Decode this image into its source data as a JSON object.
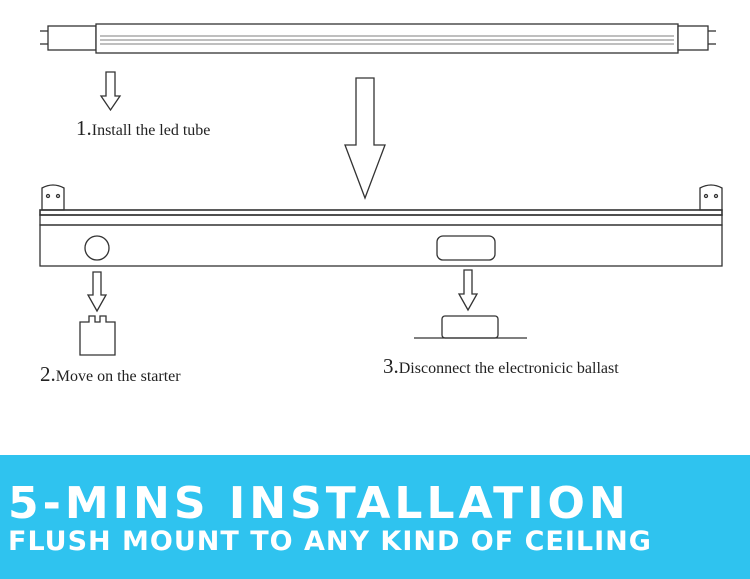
{
  "steps": [
    {
      "number": "1.",
      "text": "Install the led tube"
    },
    {
      "number": "2.",
      "text": "Move on the  starter"
    },
    {
      "number": "3.",
      "text": "Disconnect the electronicic ballast"
    }
  ],
  "banner": {
    "title": "5-MINS INSTALLATION",
    "subtitle": "FLUSH MOUNT TO ANY KIND OF CEILING",
    "background_color": "#2fc3ef",
    "text_color": "#ffffff"
  },
  "icons": [
    "led-tube",
    "fixture-bracket",
    "starter-hole",
    "ballast-cover",
    "starter",
    "ballast",
    "down-arrow"
  ]
}
